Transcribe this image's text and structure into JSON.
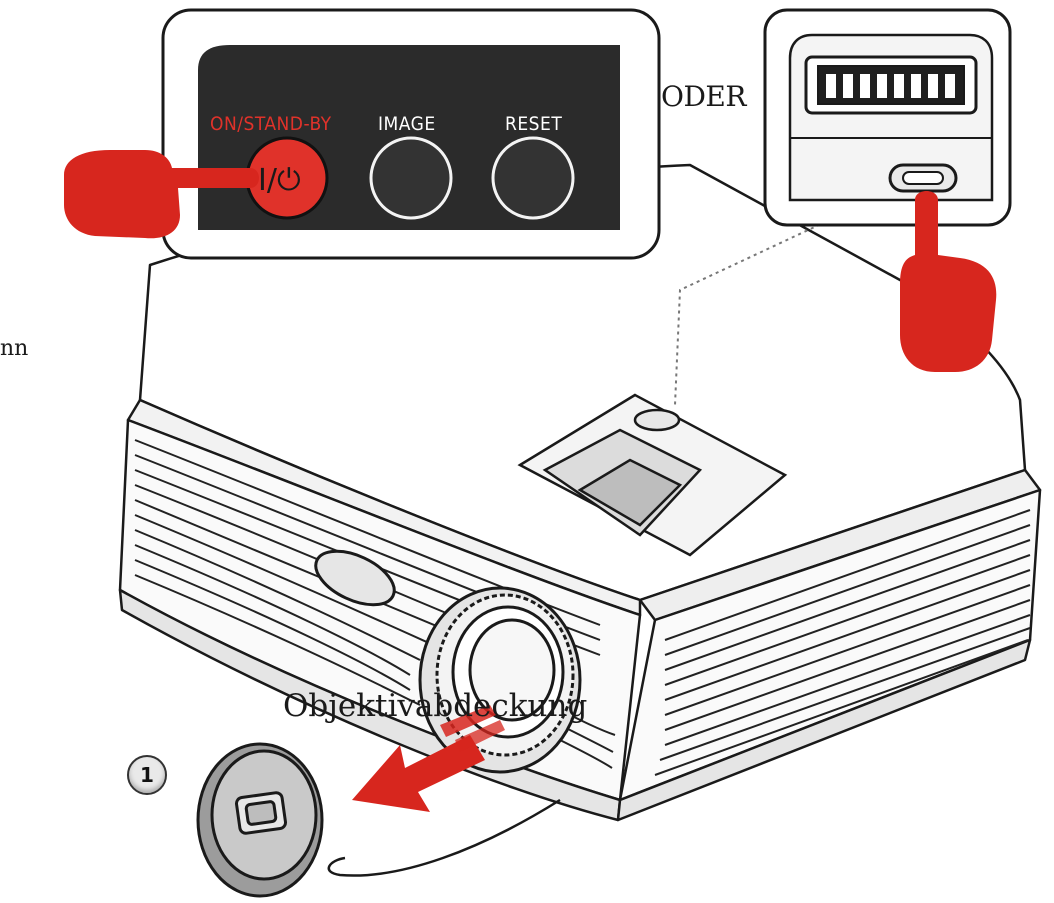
{
  "labels": {
    "oder": "ODER",
    "page_fragment": "nn",
    "lens_cover": "Objektivabdeckung",
    "step_number": "1"
  },
  "control_panel": {
    "buttons": [
      {
        "label": "ON/STAND-BY",
        "glyph": "I/⏻",
        "icon": "power-icon",
        "color": "#e0322a"
      },
      {
        "label": "IMAGE",
        "icon": "image-button"
      },
      {
        "label": "RESET",
        "icon": "reset-button"
      }
    ]
  },
  "colors": {
    "accent_red": "#d7261e",
    "panel_dark": "#2a2a2a",
    "outline": "#1a1a1a"
  },
  "icons": [
    "pointing-hand-icon",
    "arrow-pull-icon",
    "lens-cap-icon",
    "power-icon"
  ]
}
